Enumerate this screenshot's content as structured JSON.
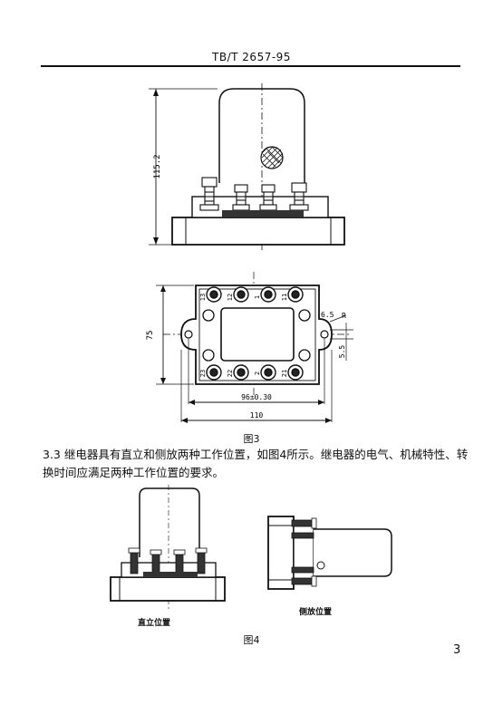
{
  "header": {
    "doc_code": "TB/T  2657-95"
  },
  "figure3": {
    "dim_height": "115.2",
    "dim_75": "75",
    "dim_65": "6.5",
    "dim_R": "R",
    "dim_55": "5.5",
    "dim_96": "96±0.30",
    "dim_110": "110",
    "terminals_top": [
      "13",
      "12",
      "1",
      "11"
    ],
    "terminals_bottom": [
      "23",
      "22",
      "2",
      "21"
    ],
    "caption": "图3"
  },
  "section": {
    "text": "3.3   继电器具有直立和侧放两种工作位置，如图4所示。继电器的电气、机械特性、转换时间应满足两种工作位置的要求。"
  },
  "figure4": {
    "label_upright": "直立位置",
    "label_side": "侧放位置",
    "caption": "图4"
  },
  "page": {
    "number": "3"
  }
}
